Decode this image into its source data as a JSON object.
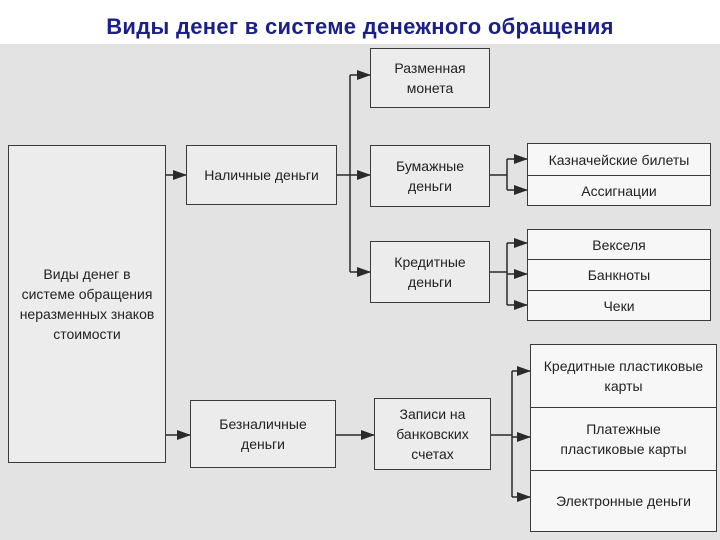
{
  "title": "Виды денег в системе денежного обращения",
  "nodes": {
    "root": "Виды денег в\nсистеме обращения\nнеразменных знаков\nстоимости",
    "cash": "Наличные деньги",
    "cashless": "Безналичные\nденьги",
    "coin": "Разменная\nмонета",
    "paper": "Бумажные\nденьги",
    "credit": "Кредитные\nденьги",
    "accounts": "Записи на\nбанковских\nсчетах",
    "treasury": "Казначейские билеты",
    "assignats": "Ассигнации",
    "bills": "Векселя",
    "banknotes": "Банкноты",
    "cheques": "Чеки",
    "credit_cards": "Кредитные пластиковые\nкарты",
    "payment_cards": "Платежные\nпластиковые карты",
    "e_money": "Электронные деньги"
  },
  "colors": {
    "title": "#1a1f8a",
    "panel": "#e3e3e3",
    "box": "#ececec",
    "line": "#3a3a3a"
  }
}
